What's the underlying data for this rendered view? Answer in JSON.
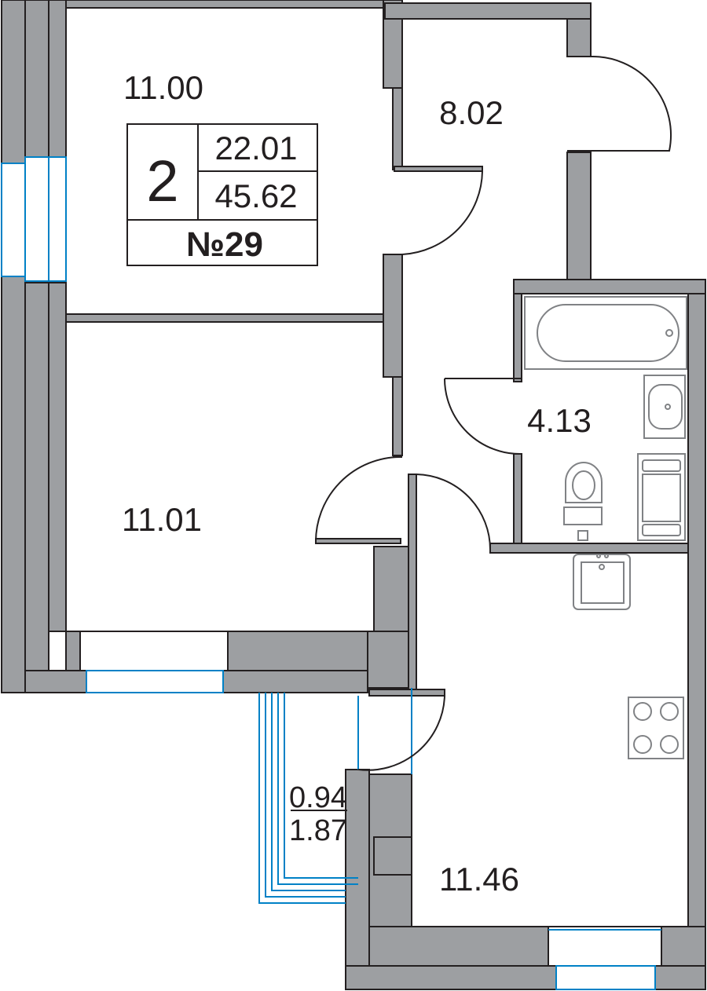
{
  "apartment": {
    "rooms": "2",
    "living_area": "22.01",
    "total_area": "45.62",
    "number": "№29"
  },
  "rooms": {
    "bedroom_top": "11.00",
    "hall": "8.02",
    "bathroom": "4.13",
    "bedroom_bottom": "11.01",
    "kitchen": "11.46",
    "balcony_area_reduced": "0.94",
    "balcony_area_full": "1.87"
  },
  "colors": {
    "wall": "#9d9fa2",
    "wall_stroke": "#231f20",
    "window": "#0081c6",
    "fixture": "#808285"
  }
}
